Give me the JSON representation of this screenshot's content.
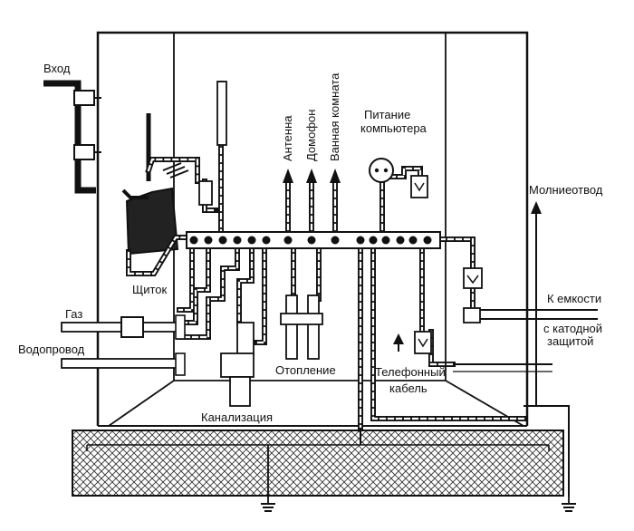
{
  "labels": {
    "vhod": "Вход",
    "antenna": "Антенна",
    "domofon": "Домофон",
    "vannaya": "Ванная комната",
    "pitanie_1": "Питание",
    "pitanie_2": "компьютера",
    "molnieotvod": "Молниеотвод",
    "shchitok": "Щиток",
    "k_emkosti": "К емкости",
    "katod_1": "с катодной",
    "katod_2": "защитой",
    "gaz": "Газ",
    "vodoprovod": "Водопровод",
    "otoplenie": "Отопление",
    "telefonny_1": "Телефонный",
    "telefonny_2": "кабель",
    "kanalizatsiya": "Канализация"
  }
}
